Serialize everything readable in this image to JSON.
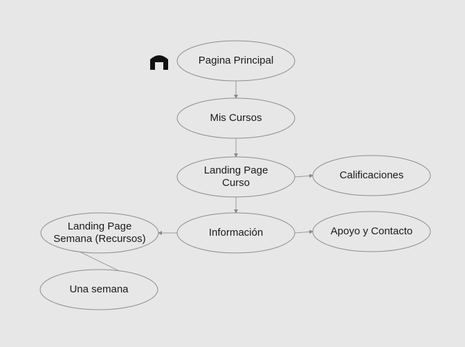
{
  "diagram": {
    "nodes": [
      {
        "id": "pagina-principal",
        "lines": [
          "Pagina Principal"
        ]
      },
      {
        "id": "mis-cursos",
        "lines": [
          "Mis Cursos"
        ]
      },
      {
        "id": "landing-page-curso",
        "lines": [
          "Landing Page",
          "Curso"
        ]
      },
      {
        "id": "calificaciones",
        "lines": [
          "Calificaciones"
        ]
      },
      {
        "id": "informacion",
        "lines": [
          "Información"
        ]
      },
      {
        "id": "apoyo-contacto",
        "lines": [
          "Apoyo y Contacto"
        ]
      },
      {
        "id": "landing-page-semana",
        "lines": [
          "Landing Page",
          "Semana (Recursos)"
        ]
      },
      {
        "id": "una-semana",
        "lines": [
          "Una semana"
        ]
      }
    ],
    "edges": [
      {
        "from": "pagina-principal",
        "to": "mis-cursos"
      },
      {
        "from": "mis-cursos",
        "to": "landing-page-curso"
      },
      {
        "from": "landing-page-curso",
        "to": "calificaciones"
      },
      {
        "from": "landing-page-curso",
        "to": "informacion"
      },
      {
        "from": "informacion",
        "to": "apoyo-contacto"
      },
      {
        "from": "informacion",
        "to": "landing-page-semana"
      },
      {
        "from": "landing-page-semana",
        "to": "una-semana"
      }
    ],
    "home_icon": "home-icon",
    "colors": {
      "background": "#e7e7e7",
      "node_stroke": "#8c8c8c",
      "edge": "#9a9a9a",
      "text": "#1a1a1a",
      "icon": "#111111"
    }
  }
}
